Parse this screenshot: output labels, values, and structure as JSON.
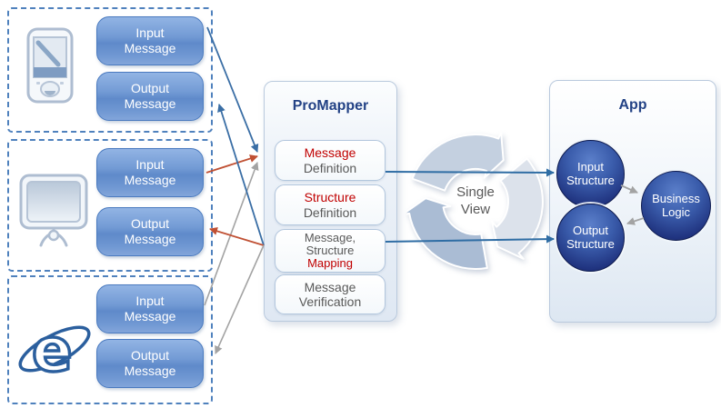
{
  "colors": {
    "dashed_border_blue": "#4f81bd",
    "box_blue": "#6f97d2",
    "navy_title": "#234285",
    "step_text_gray": "#595959",
    "step_text_red": "#c00000",
    "arrow_blue": "#3a6ea5",
    "arrow_red": "#c05033",
    "arrow_gray": "#a3a3a3",
    "arrow_steel": "#2f6da4",
    "circle_navy": "#20337f"
  },
  "groups": [
    {
      "icon": "pda-icon",
      "input_label": "Input Message",
      "output_label": "Output Message"
    },
    {
      "icon": "monitor-icon",
      "input_label": "Input Message",
      "output_label": "Output Message"
    },
    {
      "icon": "browser-icon",
      "input_label": "Input Message",
      "output_label": "Output Message"
    }
  ],
  "promapper": {
    "title": "ProMapper",
    "steps": [
      {
        "line1": "Message",
        "line2": "Definition"
      },
      {
        "line1": "Structure",
        "line2": "Definition"
      },
      {
        "line1": "Message,",
        "line2": "Structure",
        "line3": "Mapping"
      },
      {
        "line1": "Message",
        "line2": "Verification"
      }
    ]
  },
  "cycle": {
    "line1": "Single",
    "line2": "View"
  },
  "app": {
    "title": "App",
    "nodes": [
      {
        "label": "Input Structure"
      },
      {
        "label": "Business Logic"
      },
      {
        "label": "Output Structure"
      }
    ]
  }
}
